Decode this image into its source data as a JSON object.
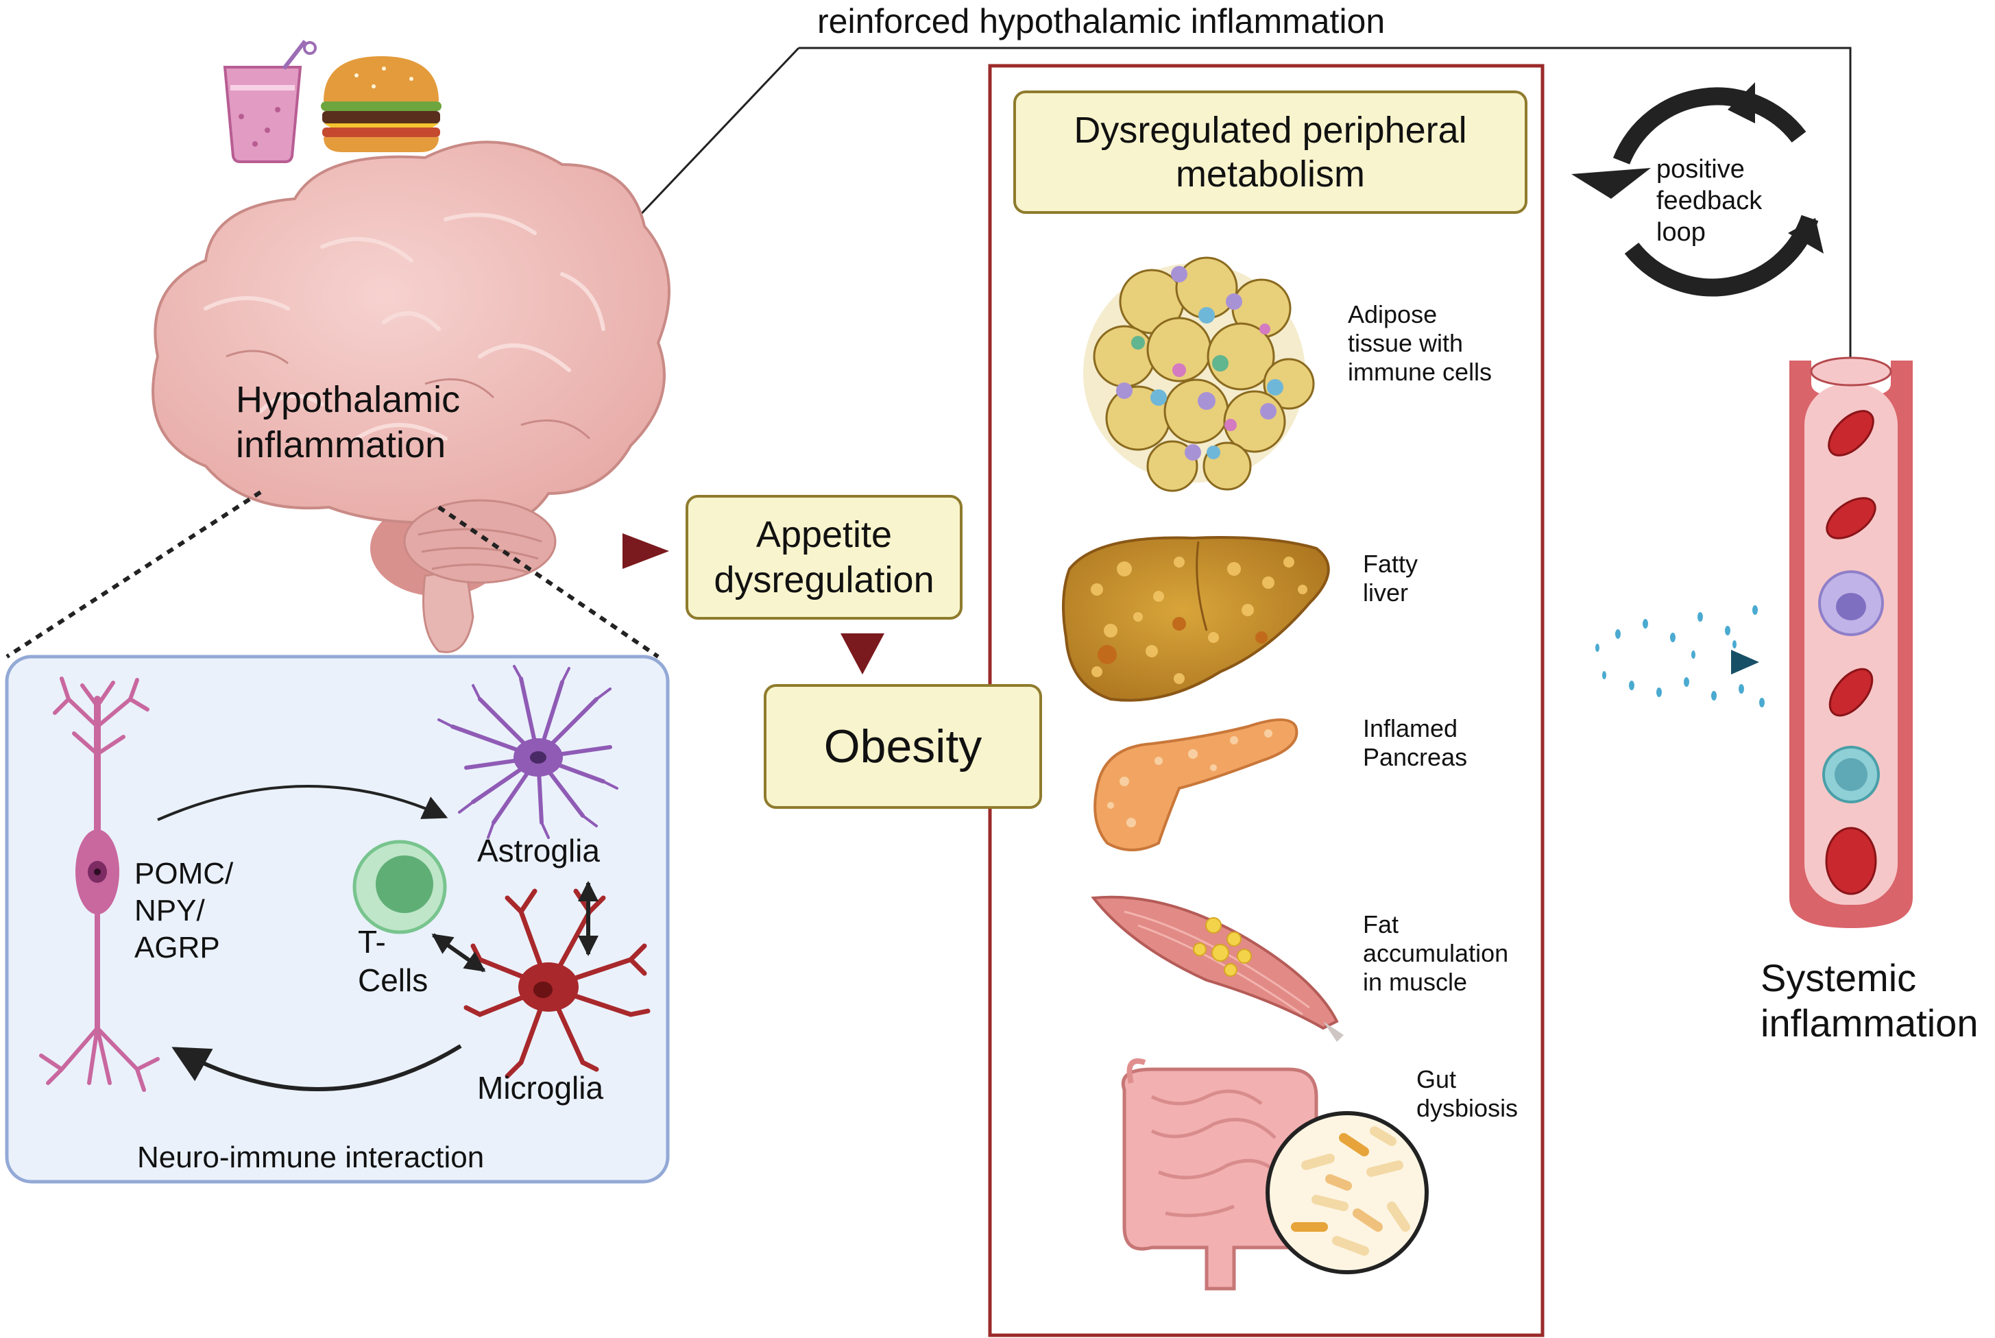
{
  "feedback_top_label": "reinforced hypothalamic inflammation",
  "brain": {
    "label": "Hypothalamic\ninflammation"
  },
  "appetite_box": {
    "label": "Appetite\ndysregulation"
  },
  "obesity_box": {
    "label": "Obesity"
  },
  "neuro_panel": {
    "caption": "Neuro-immune interaction",
    "neuron_label": "POMC/\nNPY/\nAGRP",
    "astroglia_label": "Astroglia",
    "microglia_label": "Microglia",
    "tcells_label": "T-\nCells"
  },
  "peripheral_panel": {
    "title": "Dysregulated peripheral\nmetabolism",
    "organs": [
      {
        "name": "adipose",
        "label": "Adipose\ntissue with\nimmune cells"
      },
      {
        "name": "liver",
        "label": "Fatty\nliver"
      },
      {
        "name": "pancreas",
        "label": "Inflamed\nPancreas"
      },
      {
        "name": "muscle",
        "label": "Fat\naccumulation\nin muscle"
      },
      {
        "name": "gut",
        "label": "Gut\ndysbiosis"
      }
    ]
  },
  "loop": {
    "label": "positive\nfeedback\nloop"
  },
  "vessel": {
    "label": "Systemic\ninflammation"
  },
  "colors": {
    "triangle": "#7a1a1e",
    "box_fill": "#f8f4cd",
    "box_border": "#8f7b2d",
    "panel_fill": "#eaf1fb",
    "panel_border": "#93a9d6",
    "peripheral_border": "#9b2a2a",
    "neuron": "#c9679f",
    "astroglia": "#8f5bb5",
    "microglia": "#a8282b",
    "tcell": "#78c48e",
    "vessel": "#d9646a"
  }
}
